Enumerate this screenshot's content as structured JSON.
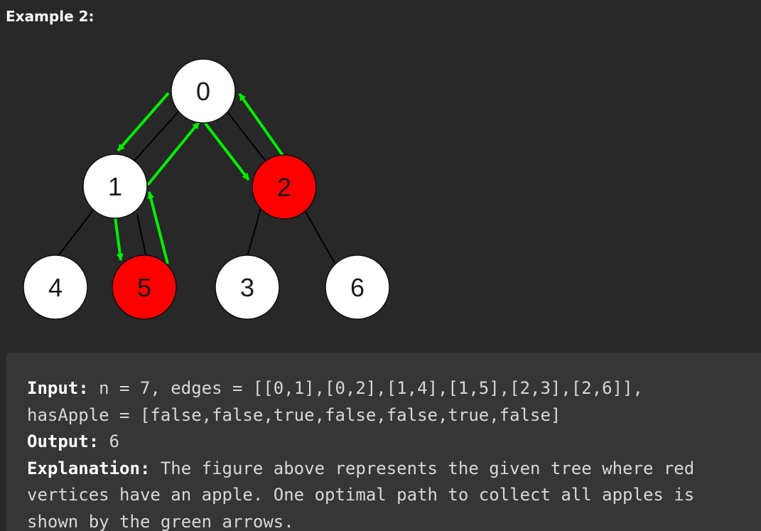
{
  "heading": "Example 2:",
  "tree": {
    "nodes": [
      {
        "id": "0",
        "has_apple": false
      },
      {
        "id": "1",
        "has_apple": false
      },
      {
        "id": "2",
        "has_apple": true
      },
      {
        "id": "4",
        "has_apple": false
      },
      {
        "id": "5",
        "has_apple": true
      },
      {
        "id": "3",
        "has_apple": false
      },
      {
        "id": "6",
        "has_apple": false
      }
    ],
    "edges": [
      [
        "0",
        "1"
      ],
      [
        "0",
        "2"
      ],
      [
        "1",
        "4"
      ],
      [
        "1",
        "5"
      ],
      [
        "2",
        "3"
      ],
      [
        "2",
        "6"
      ]
    ],
    "path_arrows": [
      [
        "0",
        "1"
      ],
      [
        "1",
        "5"
      ],
      [
        "5",
        "1"
      ],
      [
        "1",
        "0"
      ],
      [
        "0",
        "2"
      ],
      [
        "2",
        "0"
      ]
    ],
    "colors": {
      "apple_node": "#ff0000",
      "plain_node": "#ffffff",
      "arrow": "#00ee00",
      "edge": "#000000"
    }
  },
  "example": {
    "input_label": "Input:",
    "input_line1": " n = 7, edges = [[0,1],[0,2],[1,4],[1,5],[2,3],[2,6]],",
    "input_line2": "hasApple = [false,false,true,false,false,true,false]",
    "output_label": "Output:",
    "output_value": " 6",
    "explanation_label": "Explanation:",
    "explanation_line1": " The figure above represents the given tree where red",
    "explanation_line2": "vertices have an apple. One optimal path to collect all apples is",
    "explanation_line3": "shown by the green arrows."
  }
}
